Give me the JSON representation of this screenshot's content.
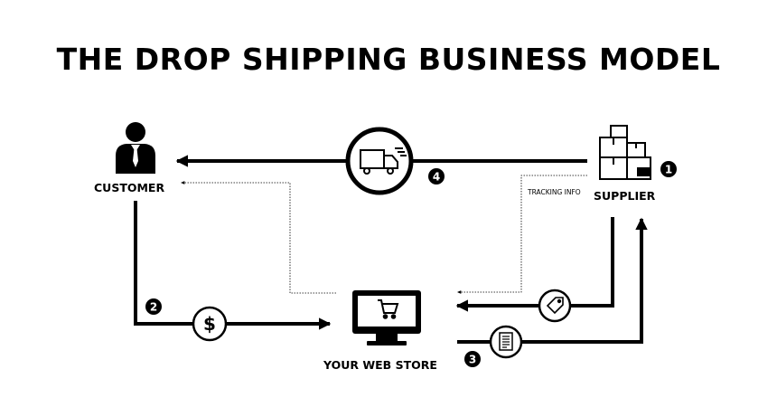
{
  "title": "THE DROP SHIPPING BUSINESS MODEL",
  "nodes": {
    "customer": "CUSTOMER",
    "supplier": "SUPPLIER",
    "store": "YOUR WEB STORE"
  },
  "tracking_label": "TRACKING INFO",
  "steps": {
    "one": "1",
    "two": "2",
    "three": "3",
    "four": "4"
  },
  "icons": {
    "dollar_symbol": "$"
  }
}
